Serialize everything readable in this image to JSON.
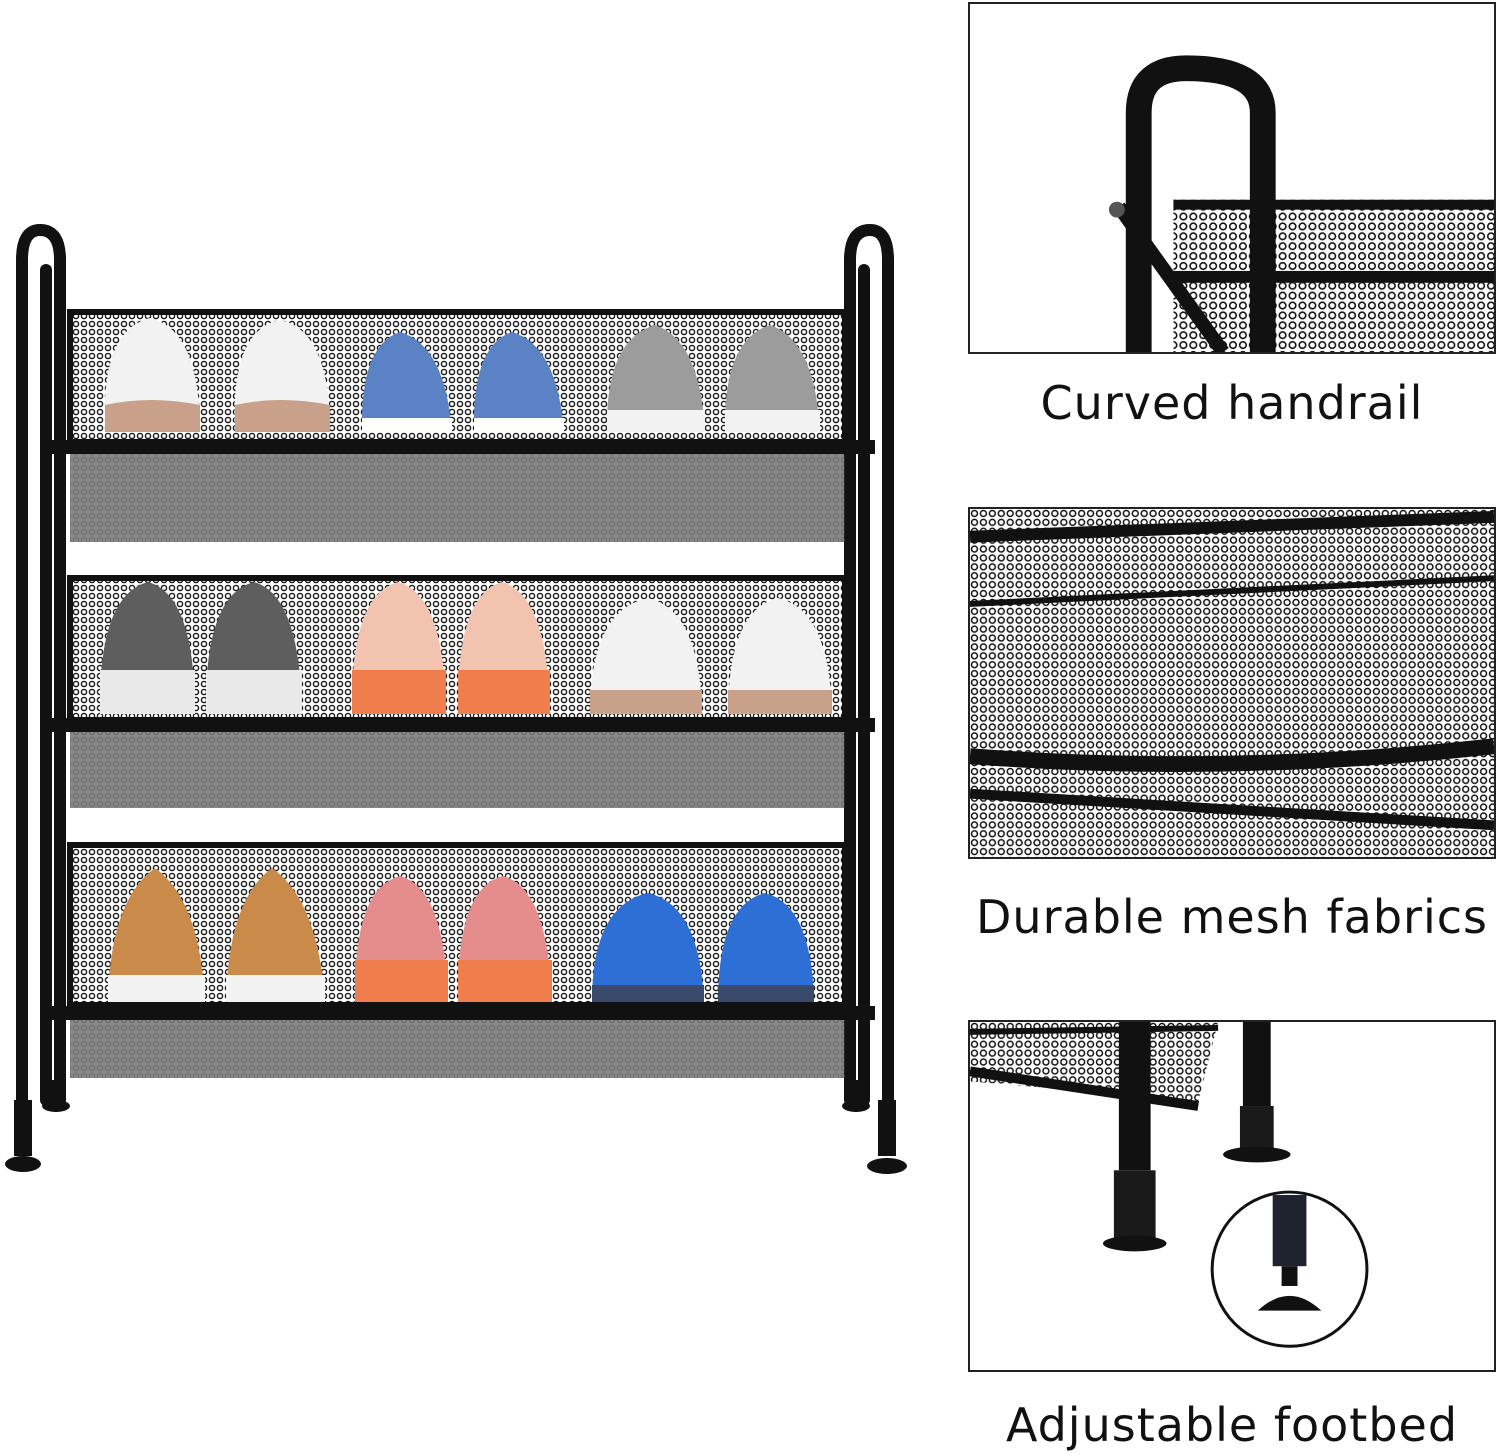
{
  "features": [
    {
      "caption": "Curved handrail",
      "icon": "handrail-closeup"
    },
    {
      "caption": "Durable mesh fabrics",
      "icon": "mesh-closeup"
    },
    {
      "caption": "Adjustable footbed",
      "icon": "foot-closeup"
    }
  ],
  "colors": {
    "frame": "#111111",
    "mesh": "#1a1a1a",
    "shoes": {
      "white": "#f2f2f2",
      "sole_tan": "#c9a08a",
      "blue": "#5b82c4",
      "grey": "#9c9c9c",
      "dark_grey": "#5e5e5e",
      "peach": "#f2c4b0",
      "orange": "#f07d4c",
      "tan": "#c98a4a",
      "pink": "#e58c8c",
      "bright_blue": "#2e6fd6"
    }
  },
  "rack": {
    "tiers": 3,
    "shoes_per_tier": 6
  }
}
